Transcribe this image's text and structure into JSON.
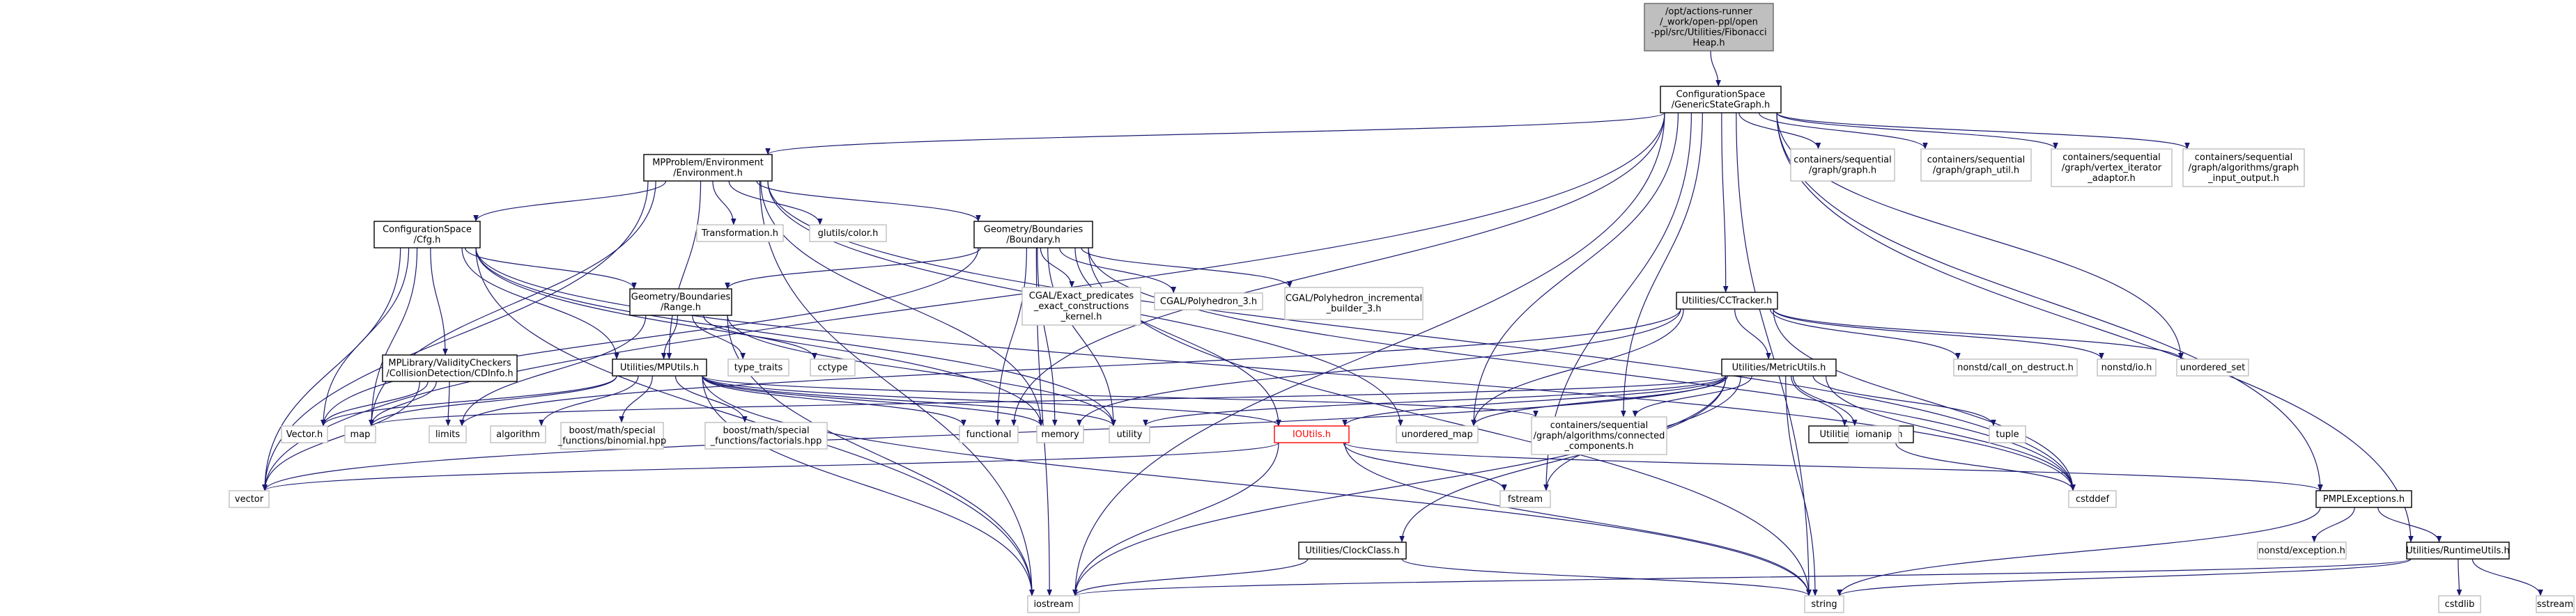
{
  "graph": {
    "arrow_color": "#191970",
    "nodes": [
      {
        "id": "fib",
        "label": [
          "/opt/actions-runner",
          "/_work/open-ppl/open",
          "-ppl/src/Utilities/Fibonacci",
          "Heap.h"
        ],
        "style": "root",
        "icon": "file-node"
      },
      {
        "id": "gsg",
        "label": [
          "ConfigurationSpace",
          "/GenericStateGraph.h"
        ],
        "style": "doc"
      },
      {
        "id": "env",
        "label": [
          "MPProblem/Environment",
          "/Environment.h"
        ],
        "style": "doc"
      },
      {
        "id": "cfg",
        "label": [
          "ConfigurationSpace",
          "/Cfg.h"
        ],
        "style": "doc"
      },
      {
        "id": "boundary",
        "label": [
          "Geometry/Boundaries",
          "/Boundary.h"
        ],
        "style": "doc"
      },
      {
        "id": "range",
        "label": [
          "Geometry/Boundaries",
          "/Range.h"
        ],
        "style": "doc"
      },
      {
        "id": "cdinfo",
        "label": [
          "MPLibrary/ValidityCheckers",
          "/CollisionDetection/CDInfo.h"
        ],
        "style": "doc"
      },
      {
        "id": "mputils",
        "label": [
          "Utilities/MPUtils.h"
        ],
        "style": "doc"
      },
      {
        "id": "cctracker",
        "label": [
          "Utilities/CCTracker.h"
        ],
        "style": "doc"
      },
      {
        "id": "metric",
        "label": [
          "Utilities/MetricUtils.h"
        ],
        "style": "doc"
      },
      {
        "id": "average",
        "label": [
          "Utilities/Average.h"
        ],
        "style": "doc"
      },
      {
        "id": "ioutils",
        "label": [
          "IOUtils.h"
        ],
        "style": "red"
      },
      {
        "id": "clock",
        "label": [
          "Utilities/ClockClass.h"
        ],
        "style": "doc"
      },
      {
        "id": "pmplexc",
        "label": [
          "PMPLExceptions.h"
        ],
        "style": "doc"
      },
      {
        "id": "runtime",
        "label": [
          "Utilities/RuntimeUtils.h"
        ],
        "style": "doc"
      },
      {
        "id": "graph_h",
        "label": [
          "containers/sequential",
          "/graph/graph.h"
        ],
        "style": "sys"
      },
      {
        "id": "graph_util",
        "label": [
          "containers/sequential",
          "/graph/graph_util.h"
        ],
        "style": "sys"
      },
      {
        "id": "vertex_iter",
        "label": [
          "containers/sequential",
          "/graph/vertex_iterator",
          "_adaptor.h"
        ],
        "style": "sys"
      },
      {
        "id": "graph_io",
        "label": [
          "containers/sequential",
          "/graph/algorithms/graph",
          "_input_output.h"
        ],
        "style": "sys"
      },
      {
        "id": "transformation",
        "label": [
          "Transformation.h"
        ],
        "style": "sys"
      },
      {
        "id": "glutils",
        "label": [
          "glutils/color.h"
        ],
        "style": "sys"
      },
      {
        "id": "cgal_pred",
        "label": [
          "CGAL/Exact_predicates",
          "_exact_constructions",
          "_kernel.h"
        ],
        "style": "sys"
      },
      {
        "id": "cgal_poly",
        "label": [
          "CGAL/Polyhedron_3.h"
        ],
        "style": "sys"
      },
      {
        "id": "cgal_inc",
        "label": [
          "CGAL/Polyhedron_incremental",
          "_builder_3.h"
        ],
        "style": "sys"
      },
      {
        "id": "type_traits",
        "label": [
          "type_traits"
        ],
        "style": "sys"
      },
      {
        "id": "cctype",
        "label": [
          "cctype"
        ],
        "style": "sys"
      },
      {
        "id": "call_on",
        "label": [
          "nonstd/call_on_destruct.h"
        ],
        "style": "sys"
      },
      {
        "id": "nonstd_io",
        "label": [
          "nonstd/io.h"
        ],
        "style": "sys"
      },
      {
        "id": "unordered_set",
        "label": [
          "unordered_set"
        ],
        "style": "sys"
      },
      {
        "id": "vector3",
        "label": [
          "Vector.h"
        ],
        "style": "sys"
      },
      {
        "id": "map",
        "label": [
          "map"
        ],
        "style": "sys"
      },
      {
        "id": "limits",
        "label": [
          "limits"
        ],
        "style": "sys"
      },
      {
        "id": "algorithm",
        "label": [
          "algorithm"
        ],
        "style": "sys"
      },
      {
        "id": "binomial",
        "label": [
          "boost/math/special",
          "_functions/binomial.hpp"
        ],
        "style": "sys"
      },
      {
        "id": "factorials",
        "label": [
          "boost/math/special",
          "_functions/factorials.hpp"
        ],
        "style": "sys"
      },
      {
        "id": "functional",
        "label": [
          "functional"
        ],
        "style": "sys"
      },
      {
        "id": "memory",
        "label": [
          "memory"
        ],
        "style": "sys"
      },
      {
        "id": "utility",
        "label": [
          "utility"
        ],
        "style": "sys"
      },
      {
        "id": "unordered_map",
        "label": [
          "unordered_map"
        ],
        "style": "sys"
      },
      {
        "id": "connected",
        "label": [
          "containers/sequential",
          "/graph/algorithms/connected",
          "_components.h"
        ],
        "style": "sys"
      },
      {
        "id": "iomanip",
        "label": [
          "iomanip"
        ],
        "style": "sys"
      },
      {
        "id": "tuple",
        "label": [
          "tuple"
        ],
        "style": "sys"
      },
      {
        "id": "vector",
        "label": [
          "vector"
        ],
        "style": "sys"
      },
      {
        "id": "fstream",
        "label": [
          "fstream"
        ],
        "style": "sys"
      },
      {
        "id": "cstddef",
        "label": [
          "cstddef"
        ],
        "style": "sys"
      },
      {
        "id": "nonstd_exc",
        "label": [
          "nonstd/exception.h"
        ],
        "style": "sys"
      },
      {
        "id": "iostream",
        "label": [
          "iostream"
        ],
        "style": "sys"
      },
      {
        "id": "string",
        "label": [
          "string"
        ],
        "style": "sys"
      },
      {
        "id": "cstdlib",
        "label": [
          "cstdlib"
        ],
        "style": "sys"
      },
      {
        "id": "sstream",
        "label": [
          "sstream"
        ],
        "style": "sys"
      }
    ],
    "edges": [
      [
        "fib",
        "gsg"
      ],
      [
        "gsg",
        "env"
      ],
      [
        "gsg",
        "graph_h"
      ],
      [
        "gsg",
        "graph_util"
      ],
      [
        "gsg",
        "vertex_iter"
      ],
      [
        "gsg",
        "graph_io"
      ],
      [
        "gsg",
        "cctracker"
      ],
      [
        "gsg",
        "pmplexc"
      ],
      [
        "gsg",
        "runtime"
      ],
      [
        "gsg",
        "unordered_set"
      ],
      [
        "gsg",
        "unordered_map"
      ],
      [
        "gsg",
        "connected"
      ],
      [
        "gsg",
        "fstream"
      ],
      [
        "gsg",
        "string"
      ],
      [
        "gsg",
        "vector"
      ],
      [
        "gsg",
        "iostream"
      ],
      [
        "gsg",
        "functional"
      ],
      [
        "env",
        "cfg"
      ],
      [
        "env",
        "boundary"
      ],
      [
        "env",
        "transformation"
      ],
      [
        "env",
        "glutils"
      ],
      [
        "env",
        "mputils"
      ],
      [
        "env",
        "vector"
      ],
      [
        "env",
        "map"
      ],
      [
        "env",
        "iostream"
      ],
      [
        "env",
        "memory"
      ],
      [
        "env",
        "cstddef"
      ],
      [
        "env",
        "unordered_map"
      ],
      [
        "cfg",
        "range"
      ],
      [
        "cfg",
        "cdinfo"
      ],
      [
        "cfg",
        "mputils"
      ],
      [
        "cfg",
        "vector3"
      ],
      [
        "cfg",
        "map"
      ],
      [
        "cfg",
        "vector"
      ],
      [
        "cfg",
        "iostream"
      ],
      [
        "cfg",
        "memory"
      ],
      [
        "cfg",
        "utility"
      ],
      [
        "cfg",
        "cstddef"
      ],
      [
        "boundary",
        "range"
      ],
      [
        "boundary",
        "cgal_pred"
      ],
      [
        "boundary",
        "cgal_poly"
      ],
      [
        "boundary",
        "cgal_inc"
      ],
      [
        "boundary",
        "vector3"
      ],
      [
        "boundary",
        "ioutils"
      ],
      [
        "boundary",
        "memory"
      ],
      [
        "boundary",
        "functional"
      ],
      [
        "boundary",
        "string"
      ],
      [
        "boundary",
        "iostream"
      ],
      [
        "boundary",
        "utility"
      ],
      [
        "boundary",
        "cstddef"
      ],
      [
        "range",
        "mputils"
      ],
      [
        "range",
        "type_traits"
      ],
      [
        "range",
        "cctype"
      ],
      [
        "range",
        "limits"
      ],
      [
        "range",
        "iostream"
      ],
      [
        "range",
        "utility"
      ],
      [
        "cdinfo",
        "vector3"
      ],
      [
        "cdinfo",
        "map"
      ],
      [
        "cdinfo",
        "limits"
      ],
      [
        "cdinfo",
        "vector"
      ],
      [
        "mputils",
        "vector3"
      ],
      [
        "mputils",
        "map"
      ],
      [
        "mputils",
        "algorithm"
      ],
      [
        "mputils",
        "binomial"
      ],
      [
        "mputils",
        "factorials"
      ],
      [
        "mputils",
        "functional"
      ],
      [
        "mputils",
        "memory"
      ],
      [
        "mputils",
        "utility"
      ],
      [
        "mputils",
        "ioutils"
      ],
      [
        "mputils",
        "iostream"
      ],
      [
        "mputils",
        "string"
      ],
      [
        "mputils",
        "connected"
      ],
      [
        "cctracker",
        "metric"
      ],
      [
        "cctracker",
        "call_on"
      ],
      [
        "cctracker",
        "nonstd_io"
      ],
      [
        "cctracker",
        "unordered_set"
      ],
      [
        "cctracker",
        "memory"
      ],
      [
        "cctracker",
        "unordered_map"
      ],
      [
        "cctracker",
        "limits"
      ],
      [
        "cctracker",
        "cstddef"
      ],
      [
        "metric",
        "average"
      ],
      [
        "metric",
        "clock"
      ],
      [
        "metric",
        "iomanip"
      ],
      [
        "metric",
        "tuple"
      ],
      [
        "metric",
        "connected"
      ],
      [
        "metric",
        "unordered_map"
      ],
      [
        "metric",
        "map"
      ],
      [
        "metric",
        "utility"
      ],
      [
        "metric",
        "fstream"
      ],
      [
        "metric",
        "vector"
      ],
      [
        "metric",
        "string"
      ],
      [
        "metric",
        "iostream"
      ],
      [
        "metric",
        "ioutils"
      ],
      [
        "metric",
        "cstddef"
      ],
      [
        "average",
        "cstddef"
      ],
      [
        "ioutils",
        "vector"
      ],
      [
        "ioutils",
        "fstream"
      ],
      [
        "ioutils",
        "pmplexc"
      ],
      [
        "ioutils",
        "iostream"
      ],
      [
        "ioutils",
        "string"
      ],
      [
        "clock",
        "iostream"
      ],
      [
        "clock",
        "string"
      ],
      [
        "pmplexc",
        "nonstd_exc"
      ],
      [
        "pmplexc",
        "runtime"
      ],
      [
        "pmplexc",
        "string"
      ],
      [
        "runtime",
        "iostream"
      ],
      [
        "runtime",
        "string"
      ],
      [
        "runtime",
        "cstdlib"
      ],
      [
        "runtime",
        "sstream"
      ]
    ]
  }
}
